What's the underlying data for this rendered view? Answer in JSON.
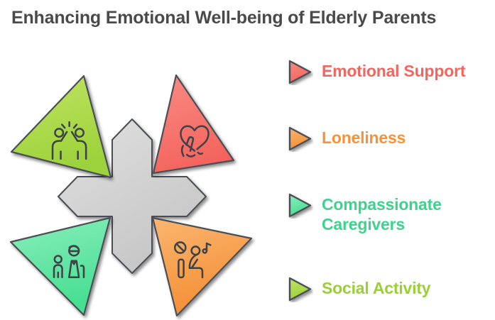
{
  "title": "Enhancing Emotional Well-being of Elderly Parents",
  "diagram": {
    "center_shape": "gray four-point cross / outward arrows hub",
    "segments": [
      {
        "position": "top-left",
        "icon": "high-five-icon",
        "color_from": "#c0e463",
        "color_to": "#9cd23a"
      },
      {
        "position": "top-right",
        "icon": "heart-in-hand-icon",
        "color_from": "#f98c84",
        "color_to": "#f4645e"
      },
      {
        "position": "bottom-left",
        "icon": "caregiver-family-icon",
        "color_from": "#8aeebc",
        "color_to": "#47df92"
      },
      {
        "position": "bottom-right",
        "icon": "lonely-person-icon",
        "color_from": "#fab671",
        "color_to": "#f58f35"
      }
    ],
    "hub_color_from": "#dedede",
    "hub_color_to": "#c6c6c6",
    "outline_color": "#4b4f54",
    "icon_stroke_color": "#3f4347"
  },
  "legend": {
    "items": [
      {
        "label": "Emotional Support",
        "color": "#f4655f",
        "marker": "triangle-right-icon",
        "marker_from": "#f98c84",
        "marker_to": "#f4645e"
      },
      {
        "label": "Loneliness",
        "color": "#f5923b",
        "marker": "triangle-right-icon",
        "marker_from": "#fab671",
        "marker_to": "#f58f35"
      },
      {
        "label": "Compassionate Caregivers",
        "color": "#3ed38d",
        "marker": "triangle-right-icon",
        "marker_from": "#8aeebc",
        "marker_to": "#47df92"
      },
      {
        "label": "Social Activity",
        "color": "#9bcf36",
        "marker": "triangle-right-icon",
        "marker_from": "#c0e463",
        "marker_to": "#9cd23a"
      }
    ]
  },
  "colors": {
    "background": "#ffffff",
    "title_text": "#4a4a4a"
  }
}
